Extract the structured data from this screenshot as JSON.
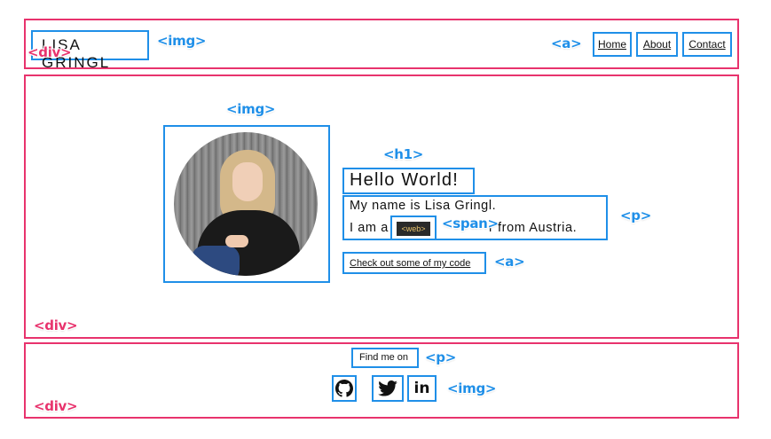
{
  "header": {
    "logo_text": "LISA GRINGL",
    "nav": [
      {
        "label": "Home"
      },
      {
        "label": "About"
      },
      {
        "label": "Contact"
      }
    ]
  },
  "hero": {
    "heading": "Hello World!",
    "intro_line1": "My name is Lisa Gringl.",
    "intro_line2_prefix": "I am a",
    "intro_line2_suffix": "r from Austria.",
    "highlight": "<web>",
    "code_link": "Check out some of my code"
  },
  "footer": {
    "find_me_text": "Find me on",
    "social": [
      {
        "icon": "github-icon"
      },
      {
        "icon": "twitter-icon"
      },
      {
        "icon": "linkedin-icon"
      }
    ]
  },
  "annotations": {
    "div": "<div>",
    "img": "<img>",
    "a": "<a>",
    "h1": "<h1>",
    "span": "<span>",
    "p": "<p>"
  },
  "colors": {
    "div_outline": "#e8336d",
    "element_outline": "#1f8fe8",
    "badge_bg": "#2a2a2a",
    "badge_text": "#e9c36c"
  }
}
